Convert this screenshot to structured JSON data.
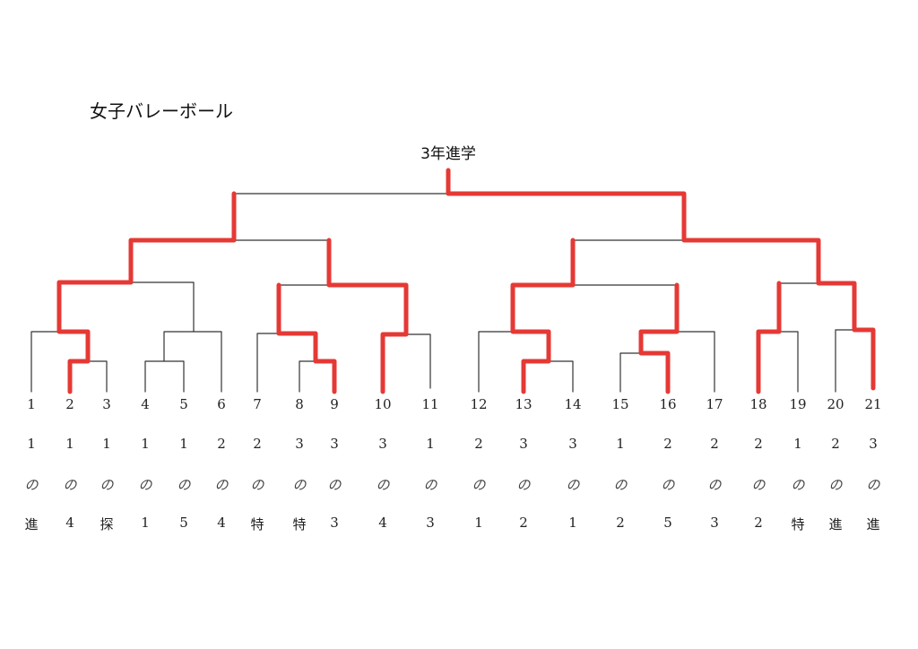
{
  "title": "女子バレーボール",
  "winner_label": "3年進学",
  "colors": {
    "line": "#333333",
    "winner_path": "#e53935"
  },
  "teams": [
    {
      "number": "1",
      "grade": "1",
      "no": "の",
      "cls": "進"
    },
    {
      "number": "2",
      "grade": "1",
      "no": "の",
      "cls": "4"
    },
    {
      "number": "3",
      "grade": "1",
      "no": "の",
      "cls": "探"
    },
    {
      "number": "4",
      "grade": "1",
      "no": "の",
      "cls": "1"
    },
    {
      "number": "5",
      "grade": "1",
      "no": "の",
      "cls": "5"
    },
    {
      "number": "6",
      "grade": "2",
      "no": "の",
      "cls": "4"
    },
    {
      "number": "7",
      "grade": "2",
      "no": "の",
      "cls": "特"
    },
    {
      "number": "8",
      "grade": "3",
      "no": "の",
      "cls": "特"
    },
    {
      "number": "9",
      "grade": "3",
      "no": "の",
      "cls": "3"
    },
    {
      "number": "10",
      "grade": "3",
      "no": "の",
      "cls": "4"
    },
    {
      "number": "11",
      "grade": "1",
      "no": "の",
      "cls": "3"
    },
    {
      "number": "12",
      "grade": "2",
      "no": "の",
      "cls": "1"
    },
    {
      "number": "13",
      "grade": "3",
      "no": "の",
      "cls": "2"
    },
    {
      "number": "14",
      "grade": "3",
      "no": "の",
      "cls": "1"
    },
    {
      "number": "15",
      "grade": "1",
      "no": "の",
      "cls": "2"
    },
    {
      "number": "16",
      "grade": "2",
      "no": "の",
      "cls": "5"
    },
    {
      "number": "17",
      "grade": "2",
      "no": "の",
      "cls": "3"
    },
    {
      "number": "18",
      "grade": "2",
      "no": "の",
      "cls": "2"
    },
    {
      "number": "19",
      "grade": "1",
      "no": "の",
      "cls": "特"
    },
    {
      "number": "20",
      "grade": "2",
      "no": "の",
      "cls": "進"
    },
    {
      "number": "21",
      "grade": "3",
      "no": "の",
      "cls": "進"
    }
  ]
}
